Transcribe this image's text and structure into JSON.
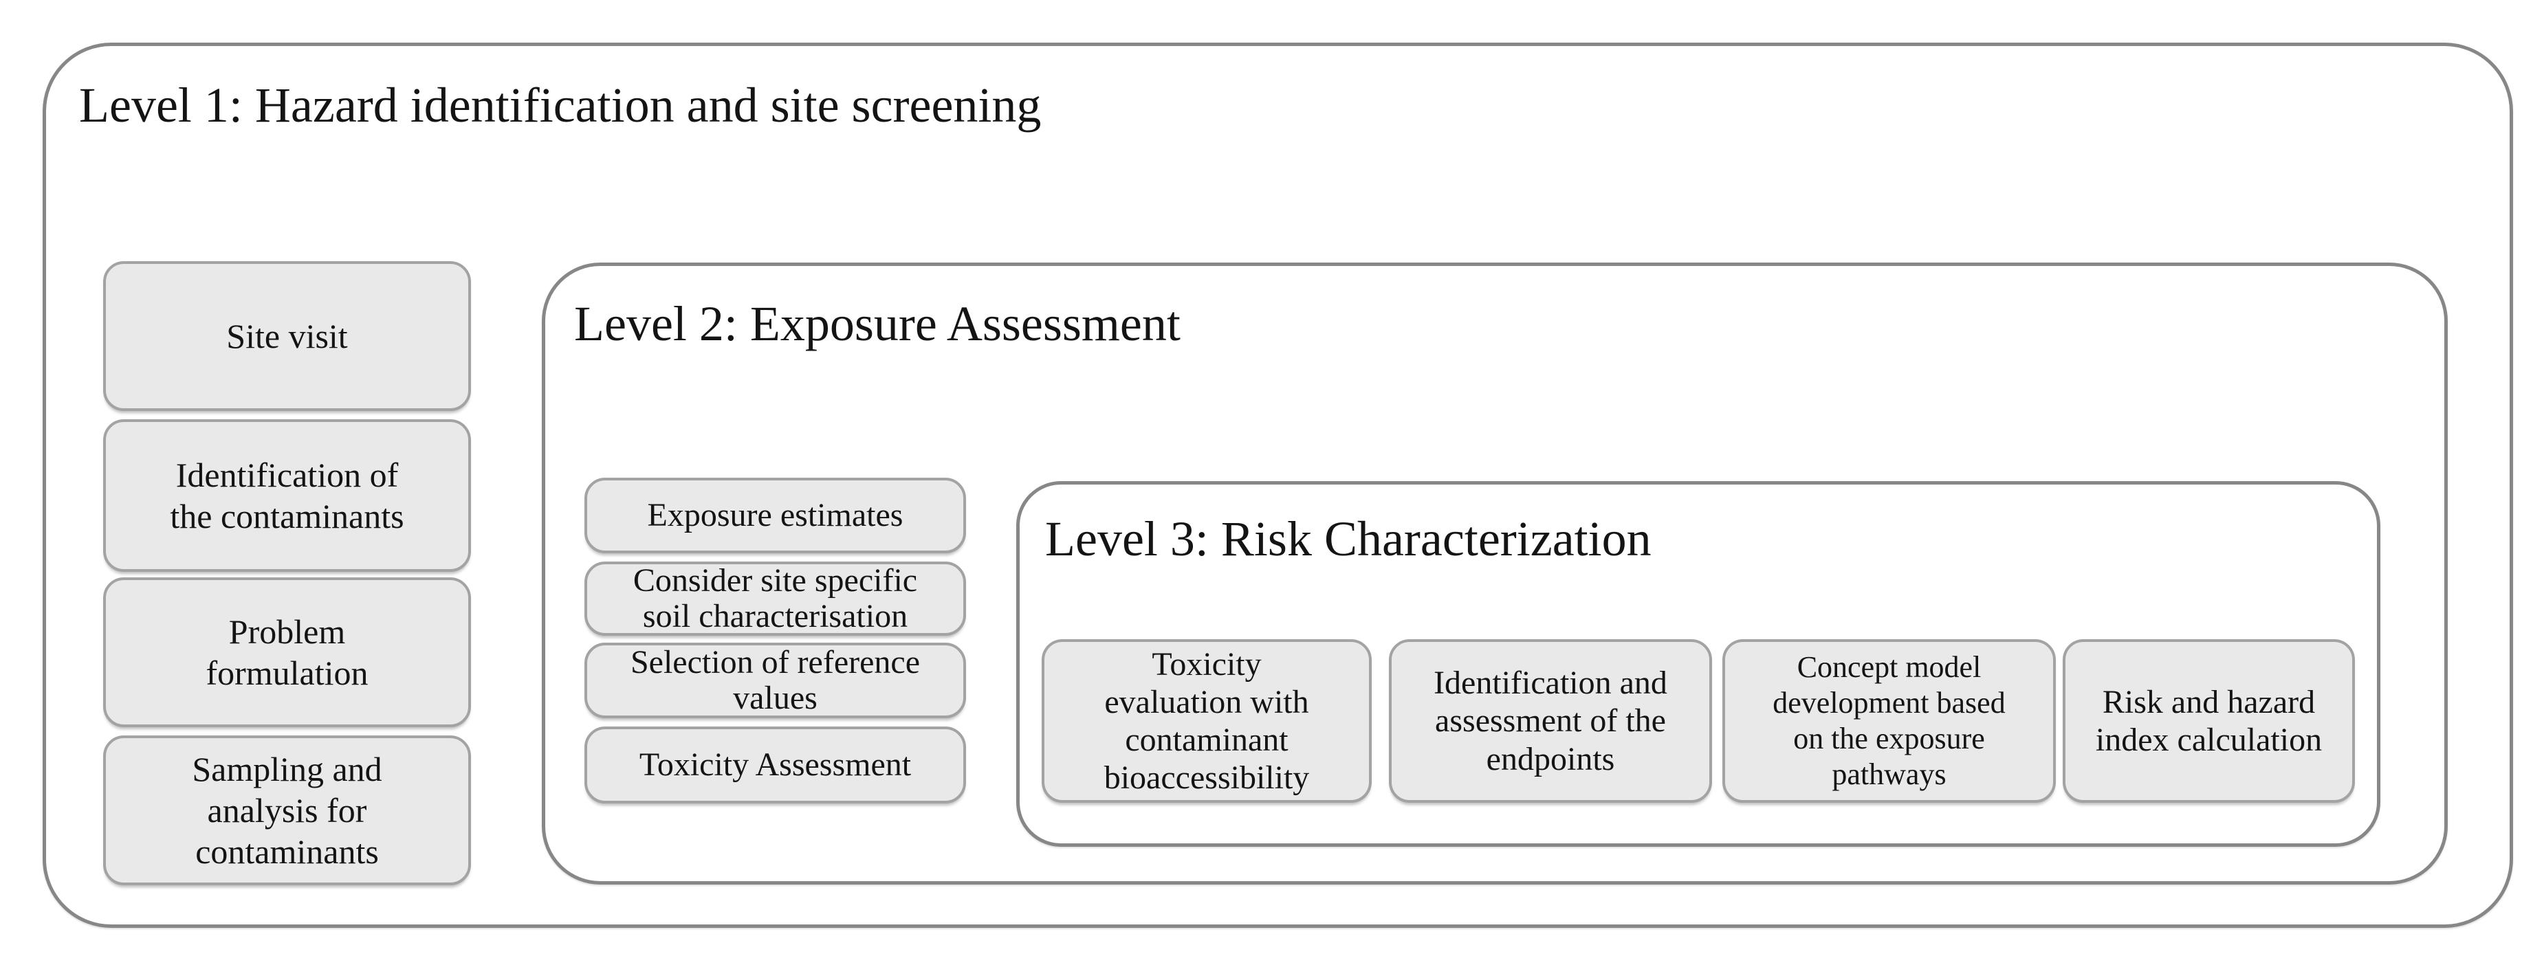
{
  "diagram": {
    "level1": {
      "title": "Level 1: Hazard identification and site screening",
      "steps": [
        "Site visit",
        "Identification of\nthe contaminants",
        "Problem\nformulation",
        "Sampling and\nanalysis for\ncontaminants"
      ]
    },
    "level2": {
      "title": "Level 2: Exposure Assessment",
      "steps": [
        "Exposure estimates",
        "Consider site specific\nsoil characterisation",
        "Selection of reference\nvalues",
        "Toxicity Assessment"
      ]
    },
    "level3": {
      "title": "Level 3: Risk Characterization",
      "steps": [
        "Toxicity\nevaluation with\ncontaminant\nbioaccessibility",
        "Identification and\nassessment of the\nendpoints",
        "Concept model\ndevelopment based\non the exposure\npathways",
        "Risk and hazard\nindex calculation"
      ]
    },
    "colors": {
      "background": "#ffffff",
      "frame_border": "#878787",
      "box_fill": "#e9e9e9",
      "box_border": "#a3a3a3",
      "text": "#141414"
    }
  }
}
